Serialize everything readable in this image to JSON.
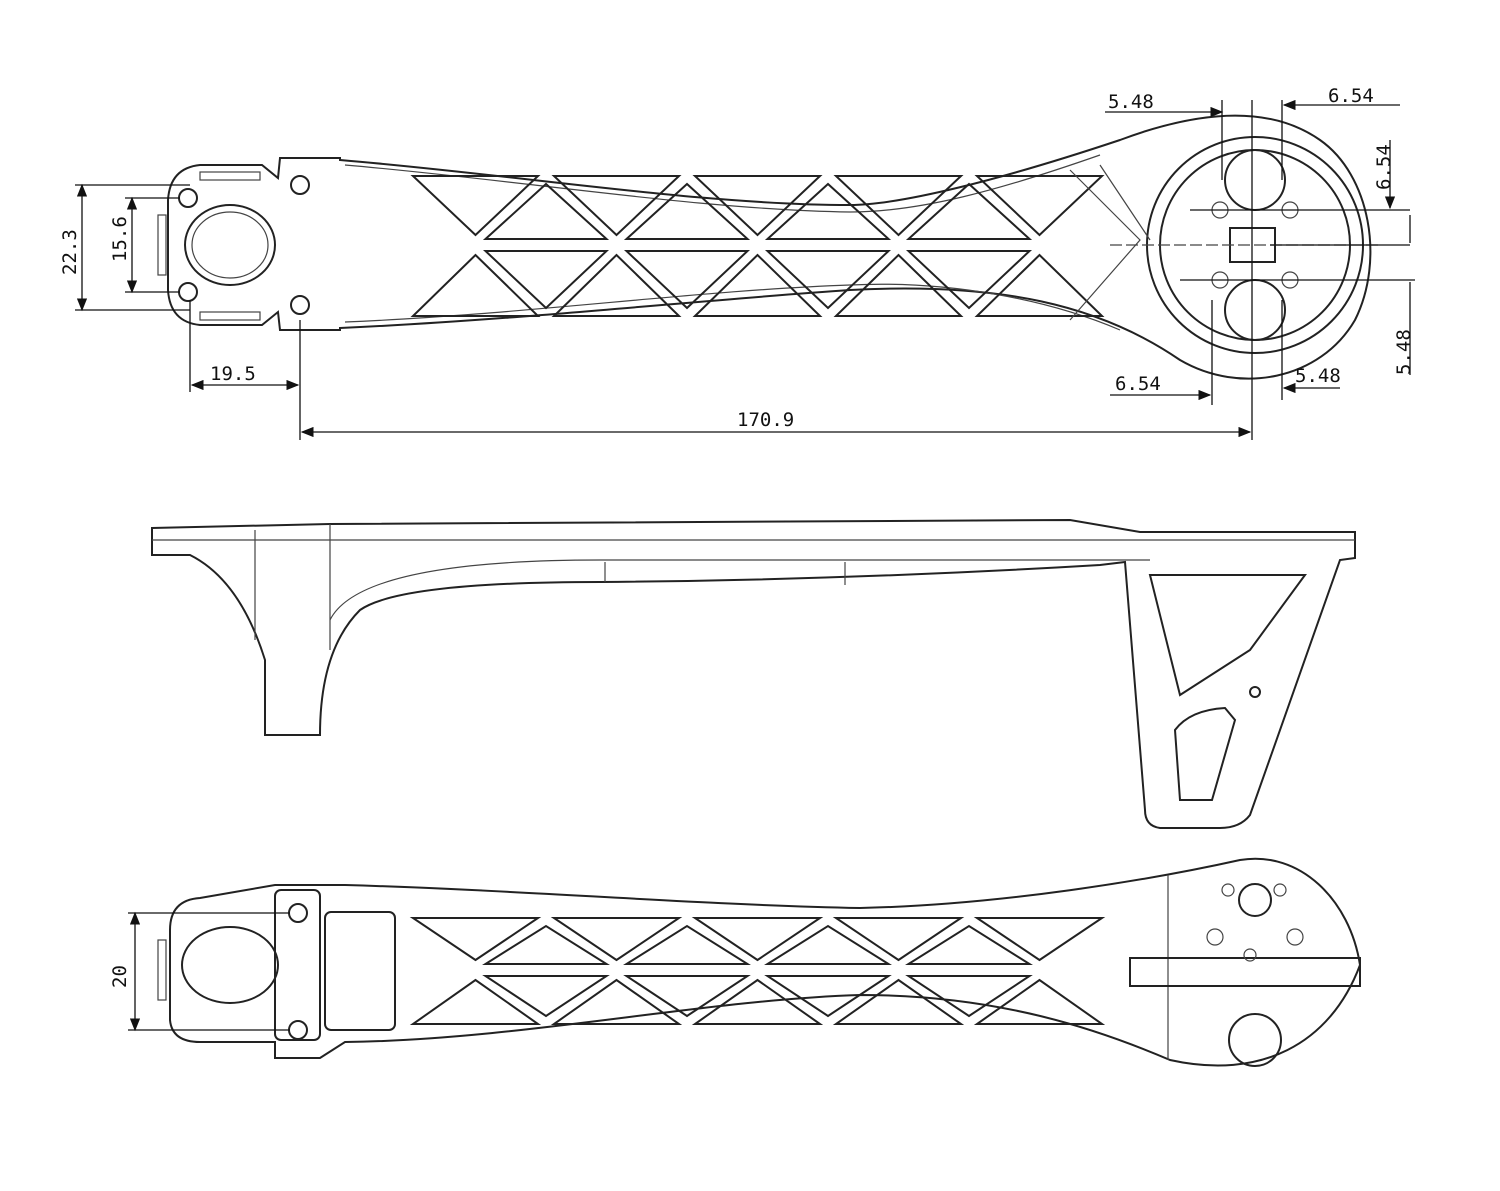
{
  "title": "Multicopter arm technical drawing",
  "dimensions": {
    "top_left_dim": "5.48",
    "top_right_dim": "6.54",
    "right_upper_vertical": "6.54",
    "overall_height": "22.3",
    "hole_spacing": "15.6",
    "mount_offset": "19.5",
    "overall_length": "170.9",
    "bottom_left_dim": "6.54",
    "bottom_right_dim": "5.48",
    "right_lower_vertical": "5.48",
    "bottom_view_width": "20"
  },
  "views": [
    "top-view",
    "side-view",
    "bottom-view"
  ]
}
